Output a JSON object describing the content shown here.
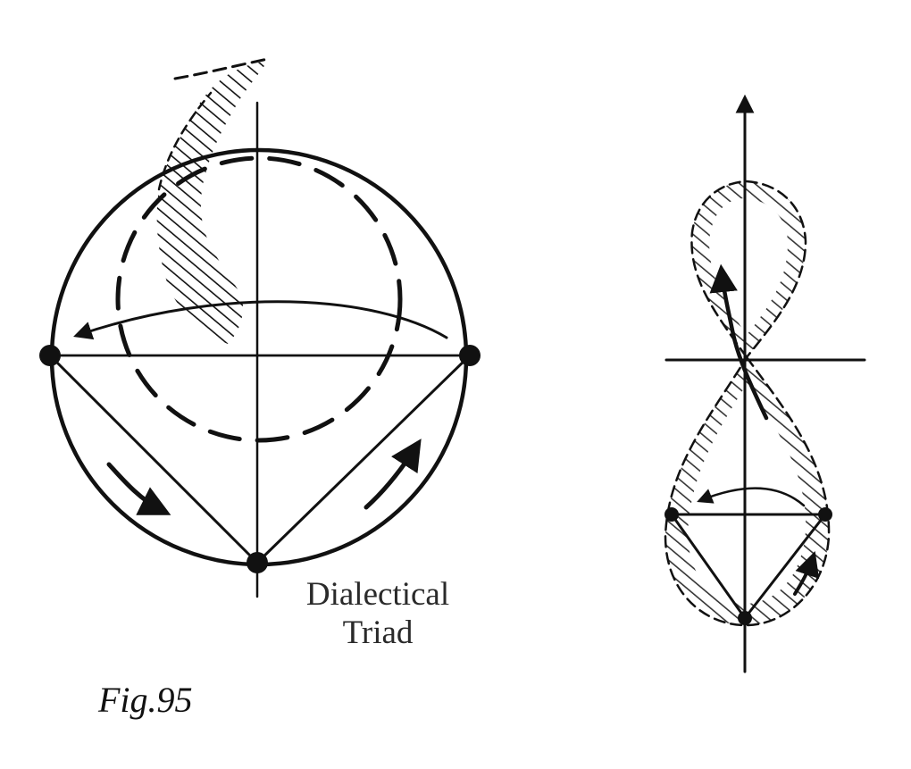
{
  "figure": {
    "caption": "Fig.95",
    "triad_label": [
      "Dialectical",
      "Triad"
    ]
  },
  "colors": {
    "ink": "#111111",
    "paper": "#ffffff"
  }
}
